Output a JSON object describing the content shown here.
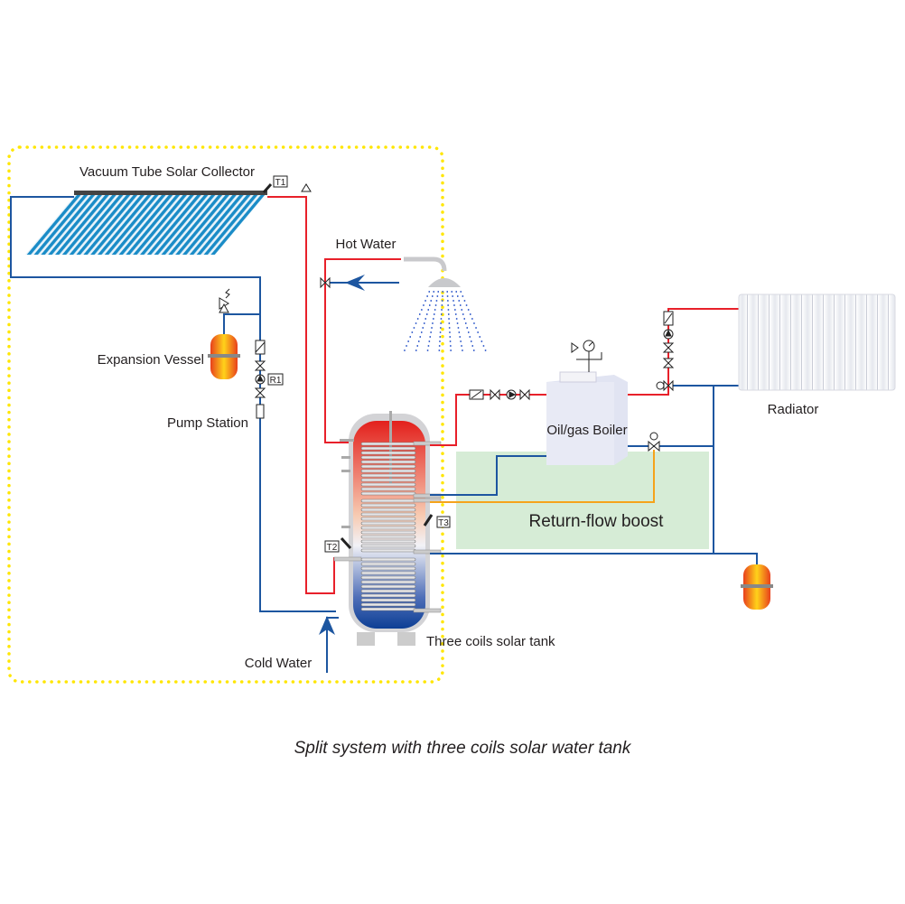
{
  "labels": {
    "collector": "Vacuum Tube Solar Collector",
    "hot_water": "Hot Water",
    "expansion_vessel": "Expansion Vessel",
    "pump_station": "Pump Station",
    "boiler": "Oil/gas Boiler",
    "radiator": "Radiator",
    "return_flow": "Return-flow boost",
    "tank": "Three coils solar tank",
    "cold_water": "Cold Water",
    "caption": "Split system with three coils solar water tank"
  },
  "sensors": {
    "t1": "T1",
    "t2": "T2",
    "t3": "T3",
    "r1": "R1"
  },
  "colors": {
    "hot_pipe": "#e8202a",
    "cold_pipe": "#1d56a0",
    "boost_pipe": "#f5a31b",
    "solar_boundary": "#ffe600",
    "return_flow_zone": "#d6ecd6"
  }
}
